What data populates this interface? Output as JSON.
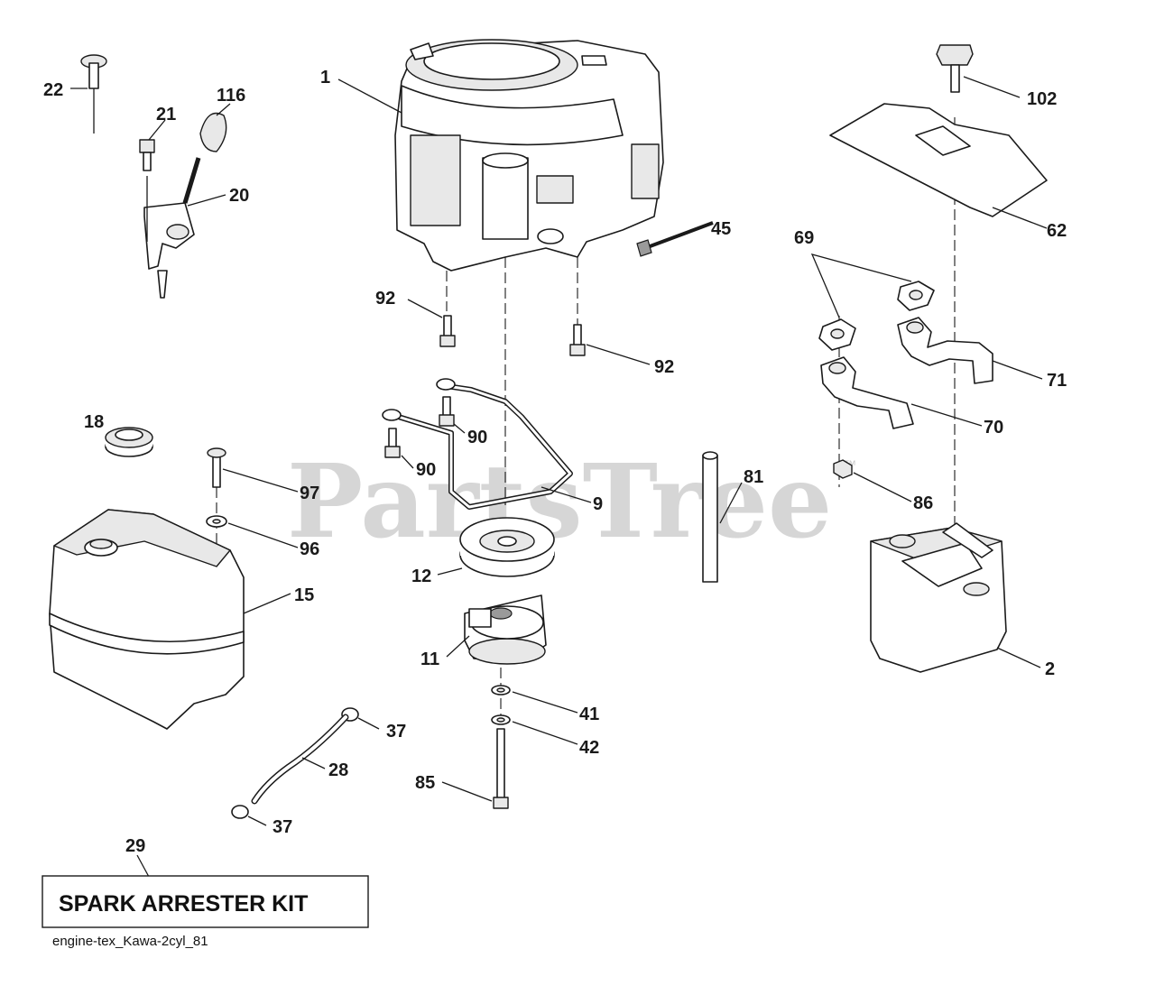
{
  "watermark": "PartsTree",
  "watermark_mark": "™",
  "kit_label": "SPARK ARRESTER KIT",
  "caption": "engine-tex_Kawa-2cyl_81",
  "colors": {
    "ink": "#1a1a1a",
    "watermark": "#d6d6d6",
    "background": "#ffffff"
  },
  "callouts": {
    "engine": "1",
    "muffler": "2",
    "fuel_hose_bolt": "9",
    "clutch": "11",
    "pulley": "12",
    "fuel_tank": "15",
    "fuel_cap": "18",
    "throttle": "20",
    "throttle_bolt": "21",
    "choke_knob": "22",
    "fuel_line": "28",
    "spark_kit": "29",
    "clamp_top": "37",
    "clamp_bottom": "37",
    "washer_41": "41",
    "washer_42": "42",
    "spark_plug_wire": "45",
    "heat_shield": "62",
    "gaskets": "69",
    "exhaust_pipe_70": "70",
    "exhaust_pipe_71": "71",
    "spacer": "81",
    "bolt_85": "85",
    "nut_86": "86",
    "bolt_90_upper": "90",
    "bolt_90_lower": "90",
    "bolt_92_left": "92",
    "bolt_92_right": "92",
    "washer_96": "96",
    "screw_97": "97",
    "screw_102": "102",
    "knob_116": "116"
  }
}
